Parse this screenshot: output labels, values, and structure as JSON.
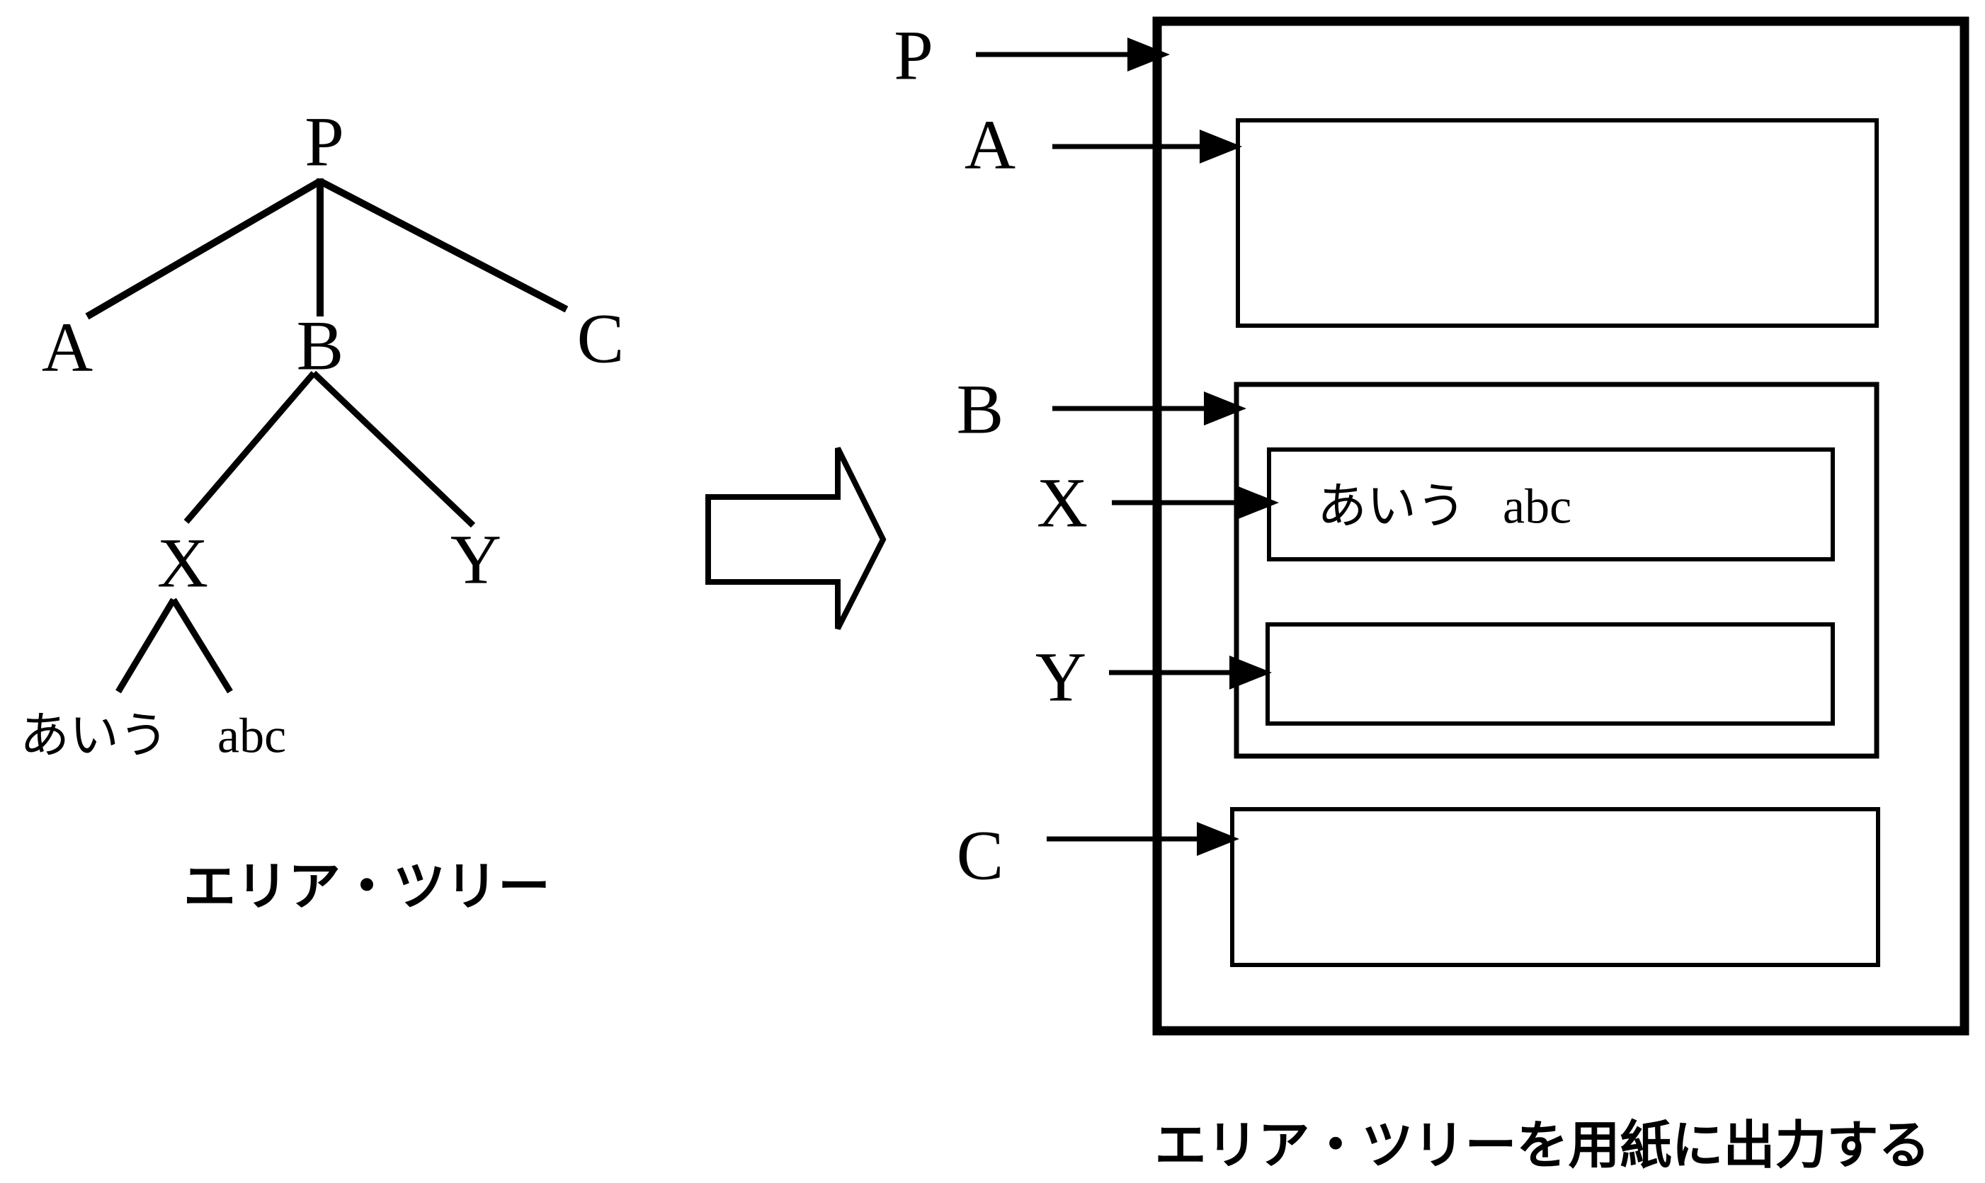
{
  "colors": {
    "ink": "#000000",
    "background": "#ffffff"
  },
  "area_tree": {
    "nodes": {
      "p": "P",
      "a": "A",
      "b": "B",
      "c": "C",
      "x": "X",
      "y": "Y",
      "leaf_jp": "あいう",
      "leaf_latin": "abc"
    },
    "caption": "エリア・ツリー"
  },
  "transform_arrow": {
    "name": "hollow-right-arrow"
  },
  "output_page": {
    "pointers": {
      "p": "P",
      "a": "A",
      "b": "B",
      "x": "X",
      "y": "Y",
      "c": "C"
    },
    "box_x_text_jp": "あいう",
    "box_x_text_latin": "abc",
    "caption": "エリア・ツリーを用紙に出力する"
  }
}
